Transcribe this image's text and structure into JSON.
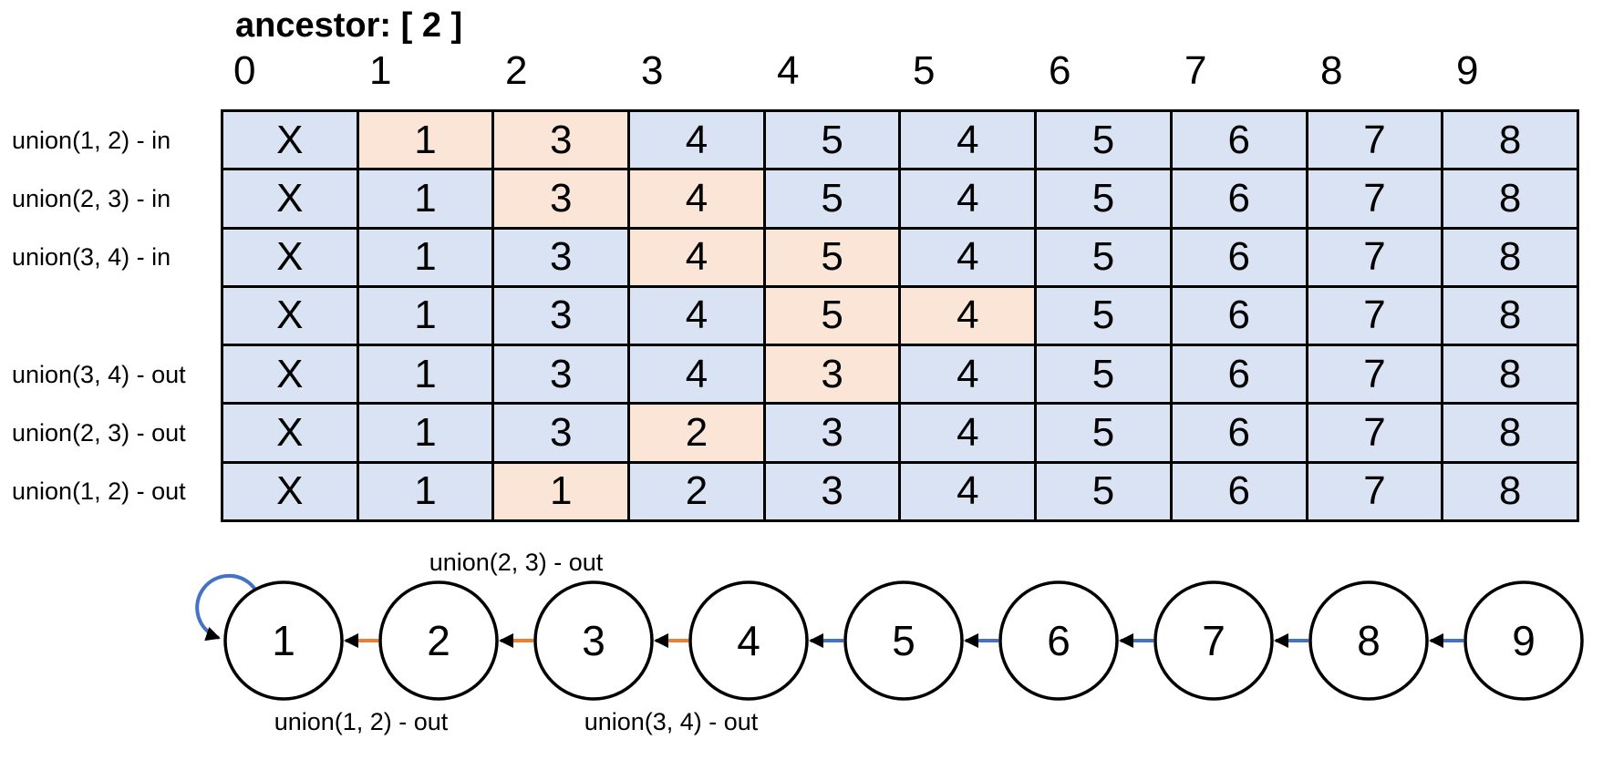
{
  "title": "ancestor: [ 2 ]",
  "colors": {
    "cell_blue": "#dae3f3",
    "cell_orange": "#fbe5d6",
    "arrow_blue": "#4472C4",
    "arrow_orange": "#ED7D31",
    "line_black": "#000000"
  },
  "table": {
    "column_headers": [
      "0",
      "1",
      "2",
      "3",
      "4",
      "5",
      "6",
      "7",
      "8",
      "9"
    ],
    "rows": [
      {
        "label": "union(1, 2) - in",
        "cells": [
          "X",
          "1",
          "3",
          "4",
          "5",
          "4",
          "5",
          "6",
          "7",
          "8"
        ],
        "highlighted": [
          1,
          2
        ]
      },
      {
        "label": "union(2, 3) - in",
        "cells": [
          "X",
          "1",
          "3",
          "4",
          "5",
          "4",
          "5",
          "6",
          "7",
          "8"
        ],
        "highlighted": [
          2,
          3
        ]
      },
      {
        "label": "union(3, 4) - in",
        "cells": [
          "X",
          "1",
          "3",
          "4",
          "5",
          "4",
          "5",
          "6",
          "7",
          "8"
        ],
        "highlighted": [
          3,
          4
        ]
      },
      {
        "label": "",
        "cells": [
          "X",
          "1",
          "3",
          "4",
          "5",
          "4",
          "5",
          "6",
          "7",
          "8"
        ],
        "highlighted": [
          4,
          5
        ]
      },
      {
        "label": "union(3, 4) - out",
        "cells": [
          "X",
          "1",
          "3",
          "4",
          "3",
          "4",
          "5",
          "6",
          "7",
          "8"
        ],
        "highlighted": [
          4
        ]
      },
      {
        "label": "union(2, 3) - out",
        "cells": [
          "X",
          "1",
          "3",
          "2",
          "3",
          "4",
          "5",
          "6",
          "7",
          "8"
        ],
        "highlighted": [
          3
        ]
      },
      {
        "label": "union(1, 2) - out",
        "cells": [
          "X",
          "1",
          "1",
          "2",
          "3",
          "4",
          "5",
          "6",
          "7",
          "8"
        ],
        "highlighted": [
          2
        ]
      }
    ]
  },
  "graph": {
    "nodes": [
      "1",
      "2",
      "3",
      "4",
      "5",
      "6",
      "7",
      "8",
      "9"
    ],
    "edges": [
      {
        "from": 2,
        "to": 1,
        "color": "orange"
      },
      {
        "from": 3,
        "to": 2,
        "color": "orange"
      },
      {
        "from": 4,
        "to": 3,
        "color": "orange"
      },
      {
        "from": 5,
        "to": 4,
        "color": "blue"
      },
      {
        "from": 6,
        "to": 5,
        "color": "blue"
      },
      {
        "from": 7,
        "to": 6,
        "color": "blue"
      },
      {
        "from": 8,
        "to": 7,
        "color": "blue"
      },
      {
        "from": 9,
        "to": 8,
        "color": "blue"
      }
    ],
    "self_loop": {
      "node": 1,
      "color": "blue"
    },
    "labels": [
      {
        "text": "union(2, 3) - out",
        "between": [
          2,
          3
        ],
        "position": "above"
      },
      {
        "text": "union(1, 2) - out",
        "between": [
          1,
          2
        ],
        "position": "below"
      },
      {
        "text": "union(3, 4) - out",
        "between": [
          3,
          4
        ],
        "position": "below"
      }
    ]
  }
}
